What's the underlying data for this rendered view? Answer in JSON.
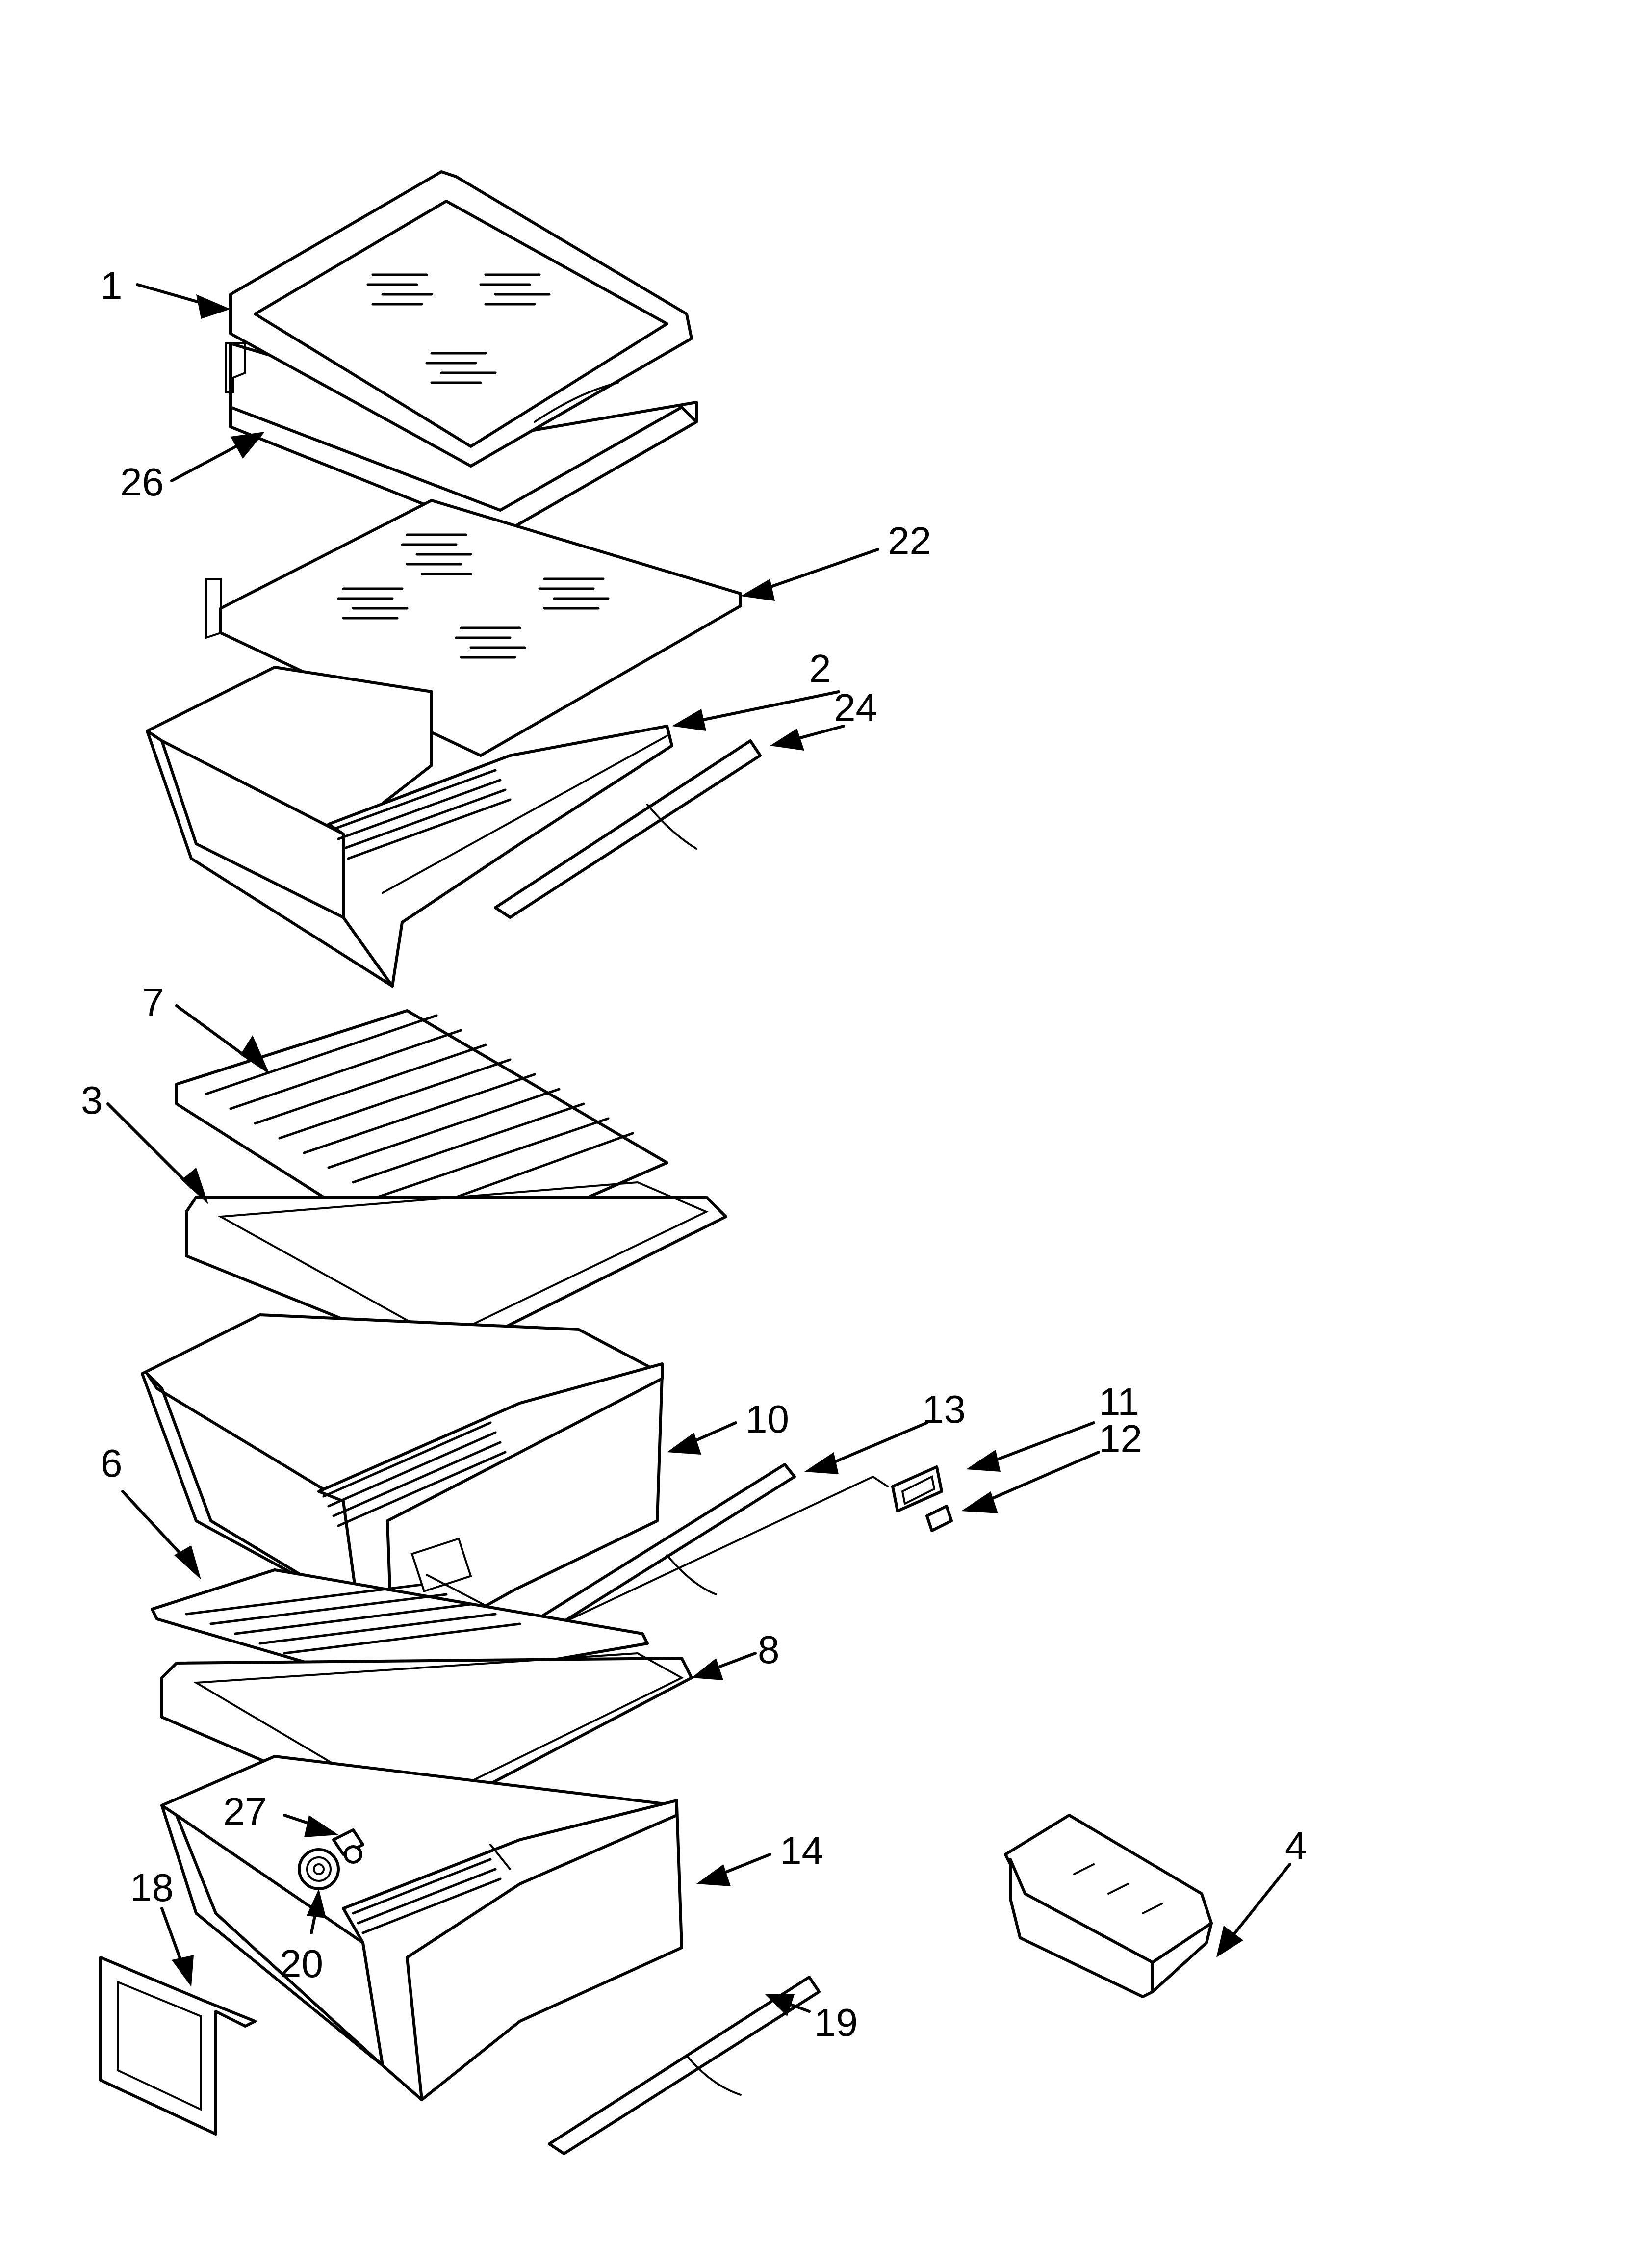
{
  "callouts": [
    {
      "id": "c1",
      "label": "1"
    },
    {
      "id": "c26",
      "label": "26"
    },
    {
      "id": "c22",
      "label": "22"
    },
    {
      "id": "c2",
      "label": "2"
    },
    {
      "id": "c24",
      "label": "24"
    },
    {
      "id": "c7",
      "label": "7"
    },
    {
      "id": "c3",
      "label": "3"
    },
    {
      "id": "c10",
      "label": "10"
    },
    {
      "id": "c13",
      "label": "13"
    },
    {
      "id": "c11",
      "label": "11"
    },
    {
      "id": "c12",
      "label": "12"
    },
    {
      "id": "c6",
      "label": "6"
    },
    {
      "id": "c8",
      "label": "8"
    },
    {
      "id": "c27",
      "label": "27"
    },
    {
      "id": "c14",
      "label": "14"
    },
    {
      "id": "c4",
      "label": "4"
    },
    {
      "id": "c18",
      "label": "18"
    },
    {
      "id": "c20",
      "label": "20"
    },
    {
      "id": "c19",
      "label": "19"
    }
  ]
}
